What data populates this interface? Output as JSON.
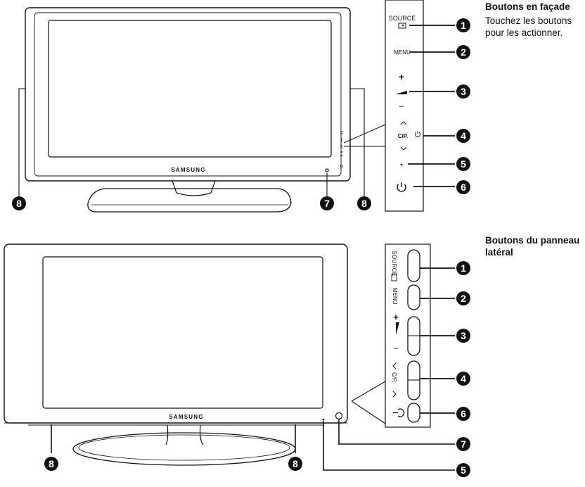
{
  "brand": "SAMSUNG",
  "front": {
    "heading": "Boutons en façade",
    "description": "Touchez les boutons pour les actionner.",
    "source_label": "SOURCE",
    "menu_label": "MENU",
    "vol_plus": "+",
    "vol_minus": "–",
    "channel_label": "C/P.",
    "callouts": [
      "1",
      "2",
      "3",
      "4",
      "5",
      "6",
      "7",
      "8",
      "8"
    ]
  },
  "side": {
    "heading_line1": "Boutons du panneau",
    "heading_line2": "latéral",
    "source_label": "SOURCE",
    "menu_label": "MENU",
    "vol_plus": "+",
    "vol_minus": "–",
    "channel_label": "C/P.",
    "callouts": [
      "1",
      "2",
      "3",
      "4",
      "6",
      "7",
      "8",
      "8",
      "5"
    ]
  },
  "colors": {
    "line": "#111111",
    "bezel_fill": "#ffffff",
    "callout_fill": "#111111",
    "callout_text": "#ffffff"
  }
}
